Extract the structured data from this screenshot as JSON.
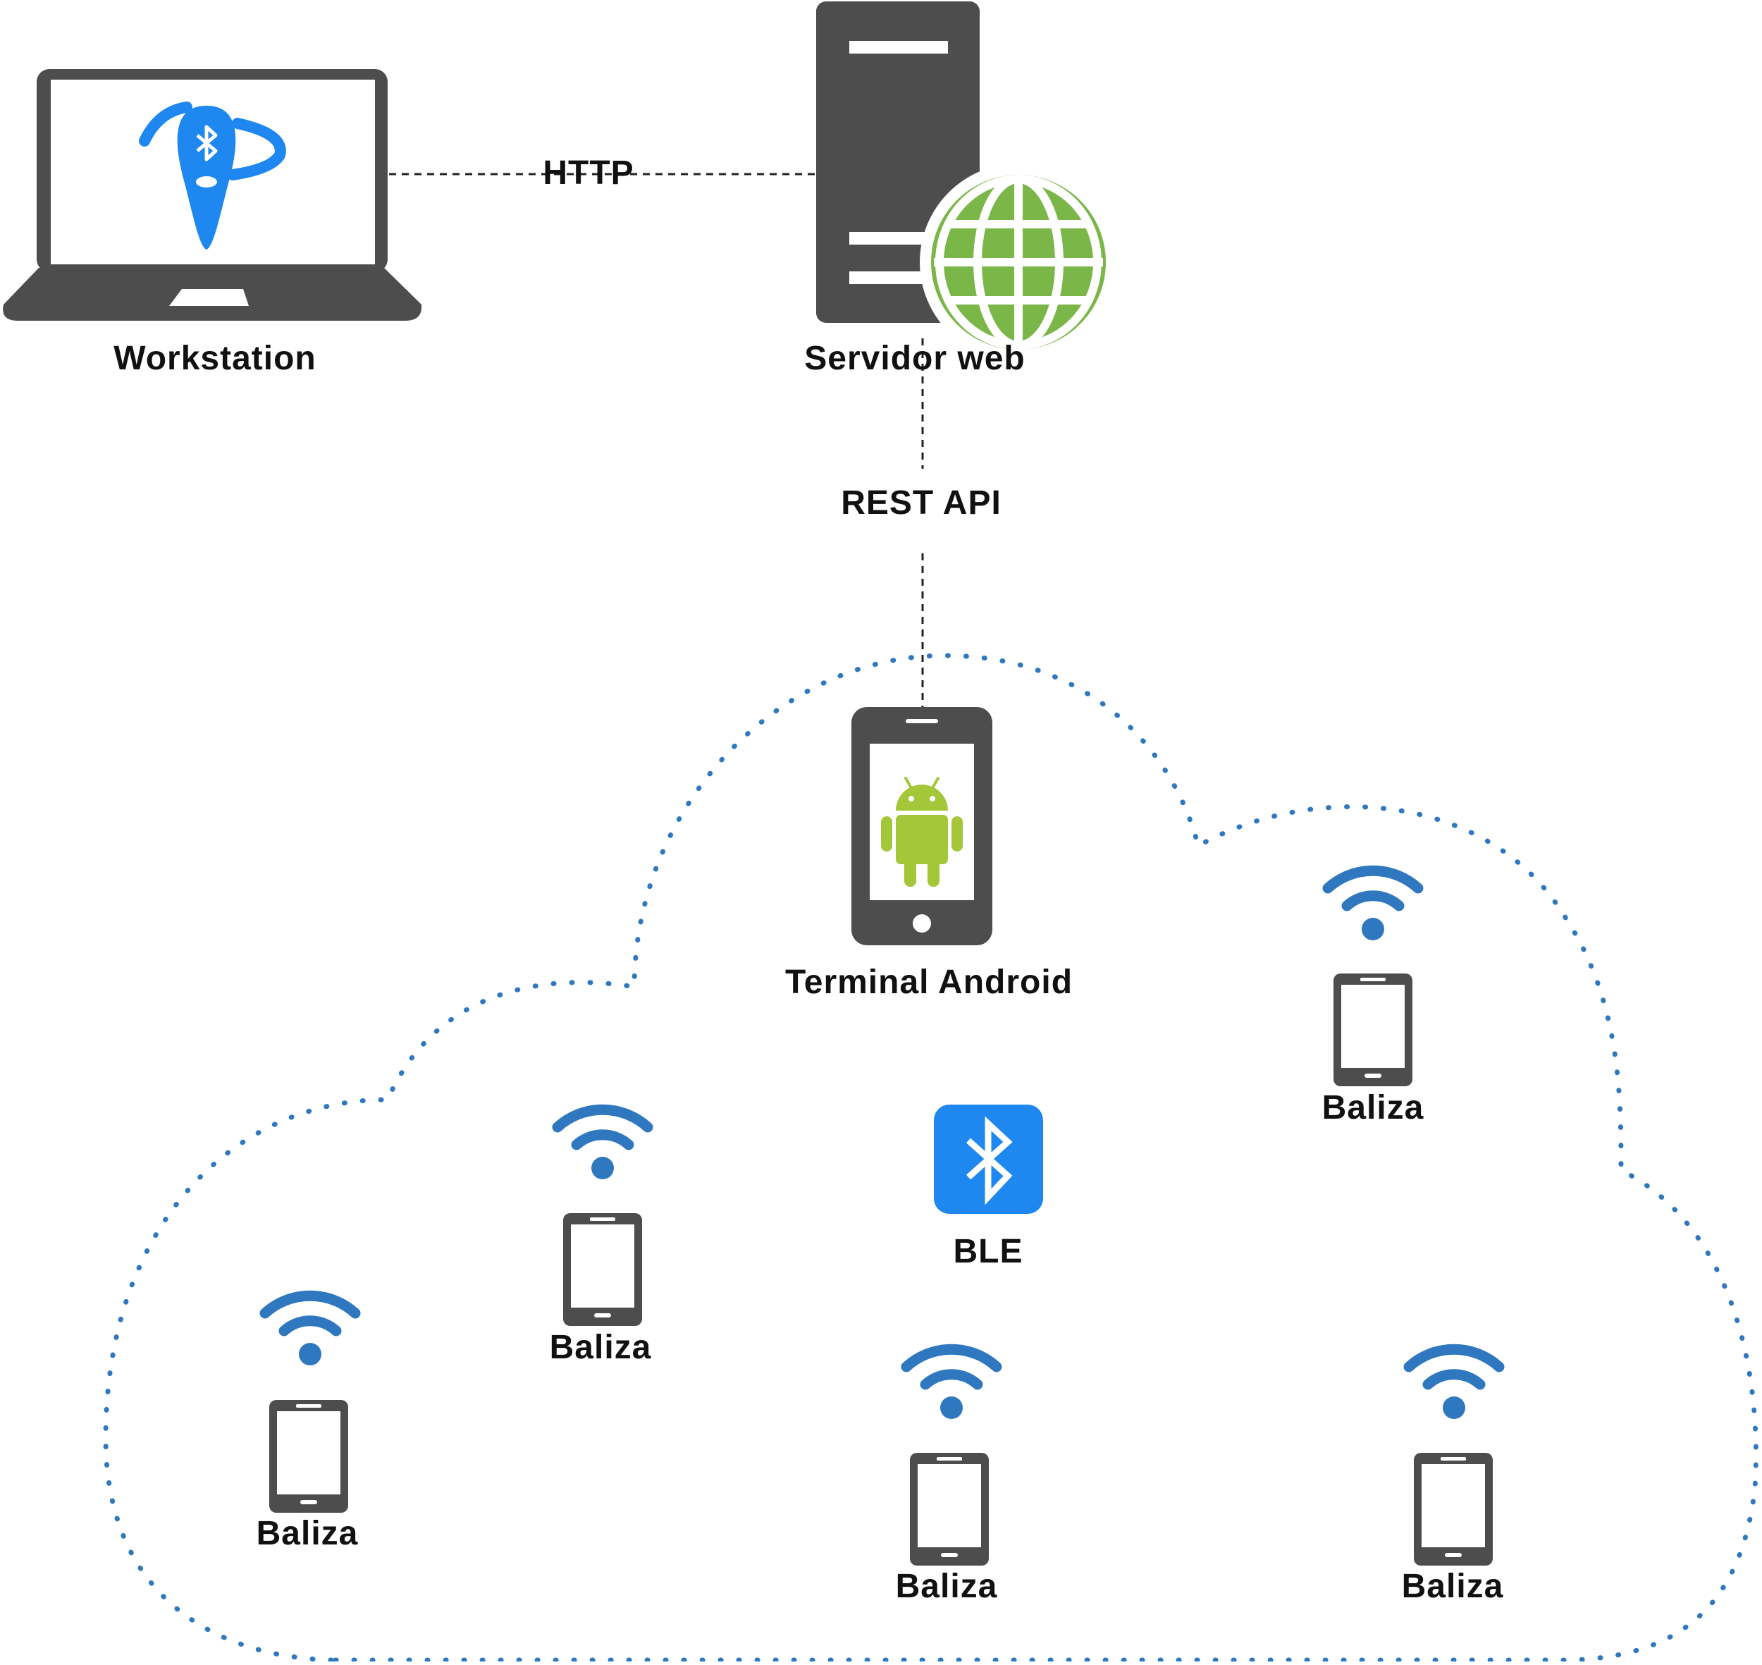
{
  "colors": {
    "device": "#4d4d4d",
    "bluetooth_blue": "#1e87f0",
    "wifi_blue": "#2f78bf",
    "globe_green": "#7ab648",
    "android_green": "#a4c639",
    "cloud_dots": "#2f78bf",
    "connector": "#222222"
  },
  "nodes": {
    "workstation": {
      "label": "Workstation",
      "icon": "laptop-bluetooth-icon"
    },
    "server": {
      "label": "Servidor web",
      "icon": "server-globe-icon"
    },
    "terminal": {
      "label": "Terminal Android",
      "icon": "android-phone-icon"
    },
    "ble": {
      "label": "BLE",
      "icon": "bluetooth-icon"
    }
  },
  "edges": {
    "workstation_server": "HTTP",
    "server_terminal": "REST API"
  },
  "beacons": [
    {
      "label": "Baliza"
    },
    {
      "label": "Baliza"
    },
    {
      "label": "Baliza"
    },
    {
      "label": "Baliza"
    },
    {
      "label": "Baliza"
    }
  ]
}
